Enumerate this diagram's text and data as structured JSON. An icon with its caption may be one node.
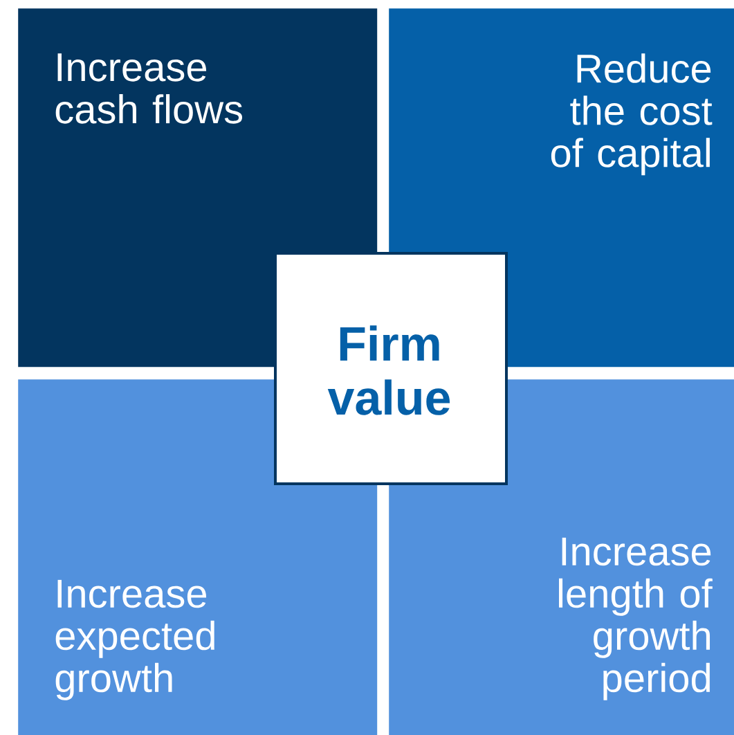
{
  "diagram": {
    "nodes": [
      {
        "text": [
          "Increase cash flows"
        ]
      },
      {
        "text": [
          "Reduce the cost of capital"
        ]
      },
      {
        "text": [
          "Firm value"
        ]
      },
      {
        "text": [
          "Increase expected growth"
        ]
      },
      {
        "text": [
          "Increase length of growth period"
        ]
      }
    ]
  }
}
